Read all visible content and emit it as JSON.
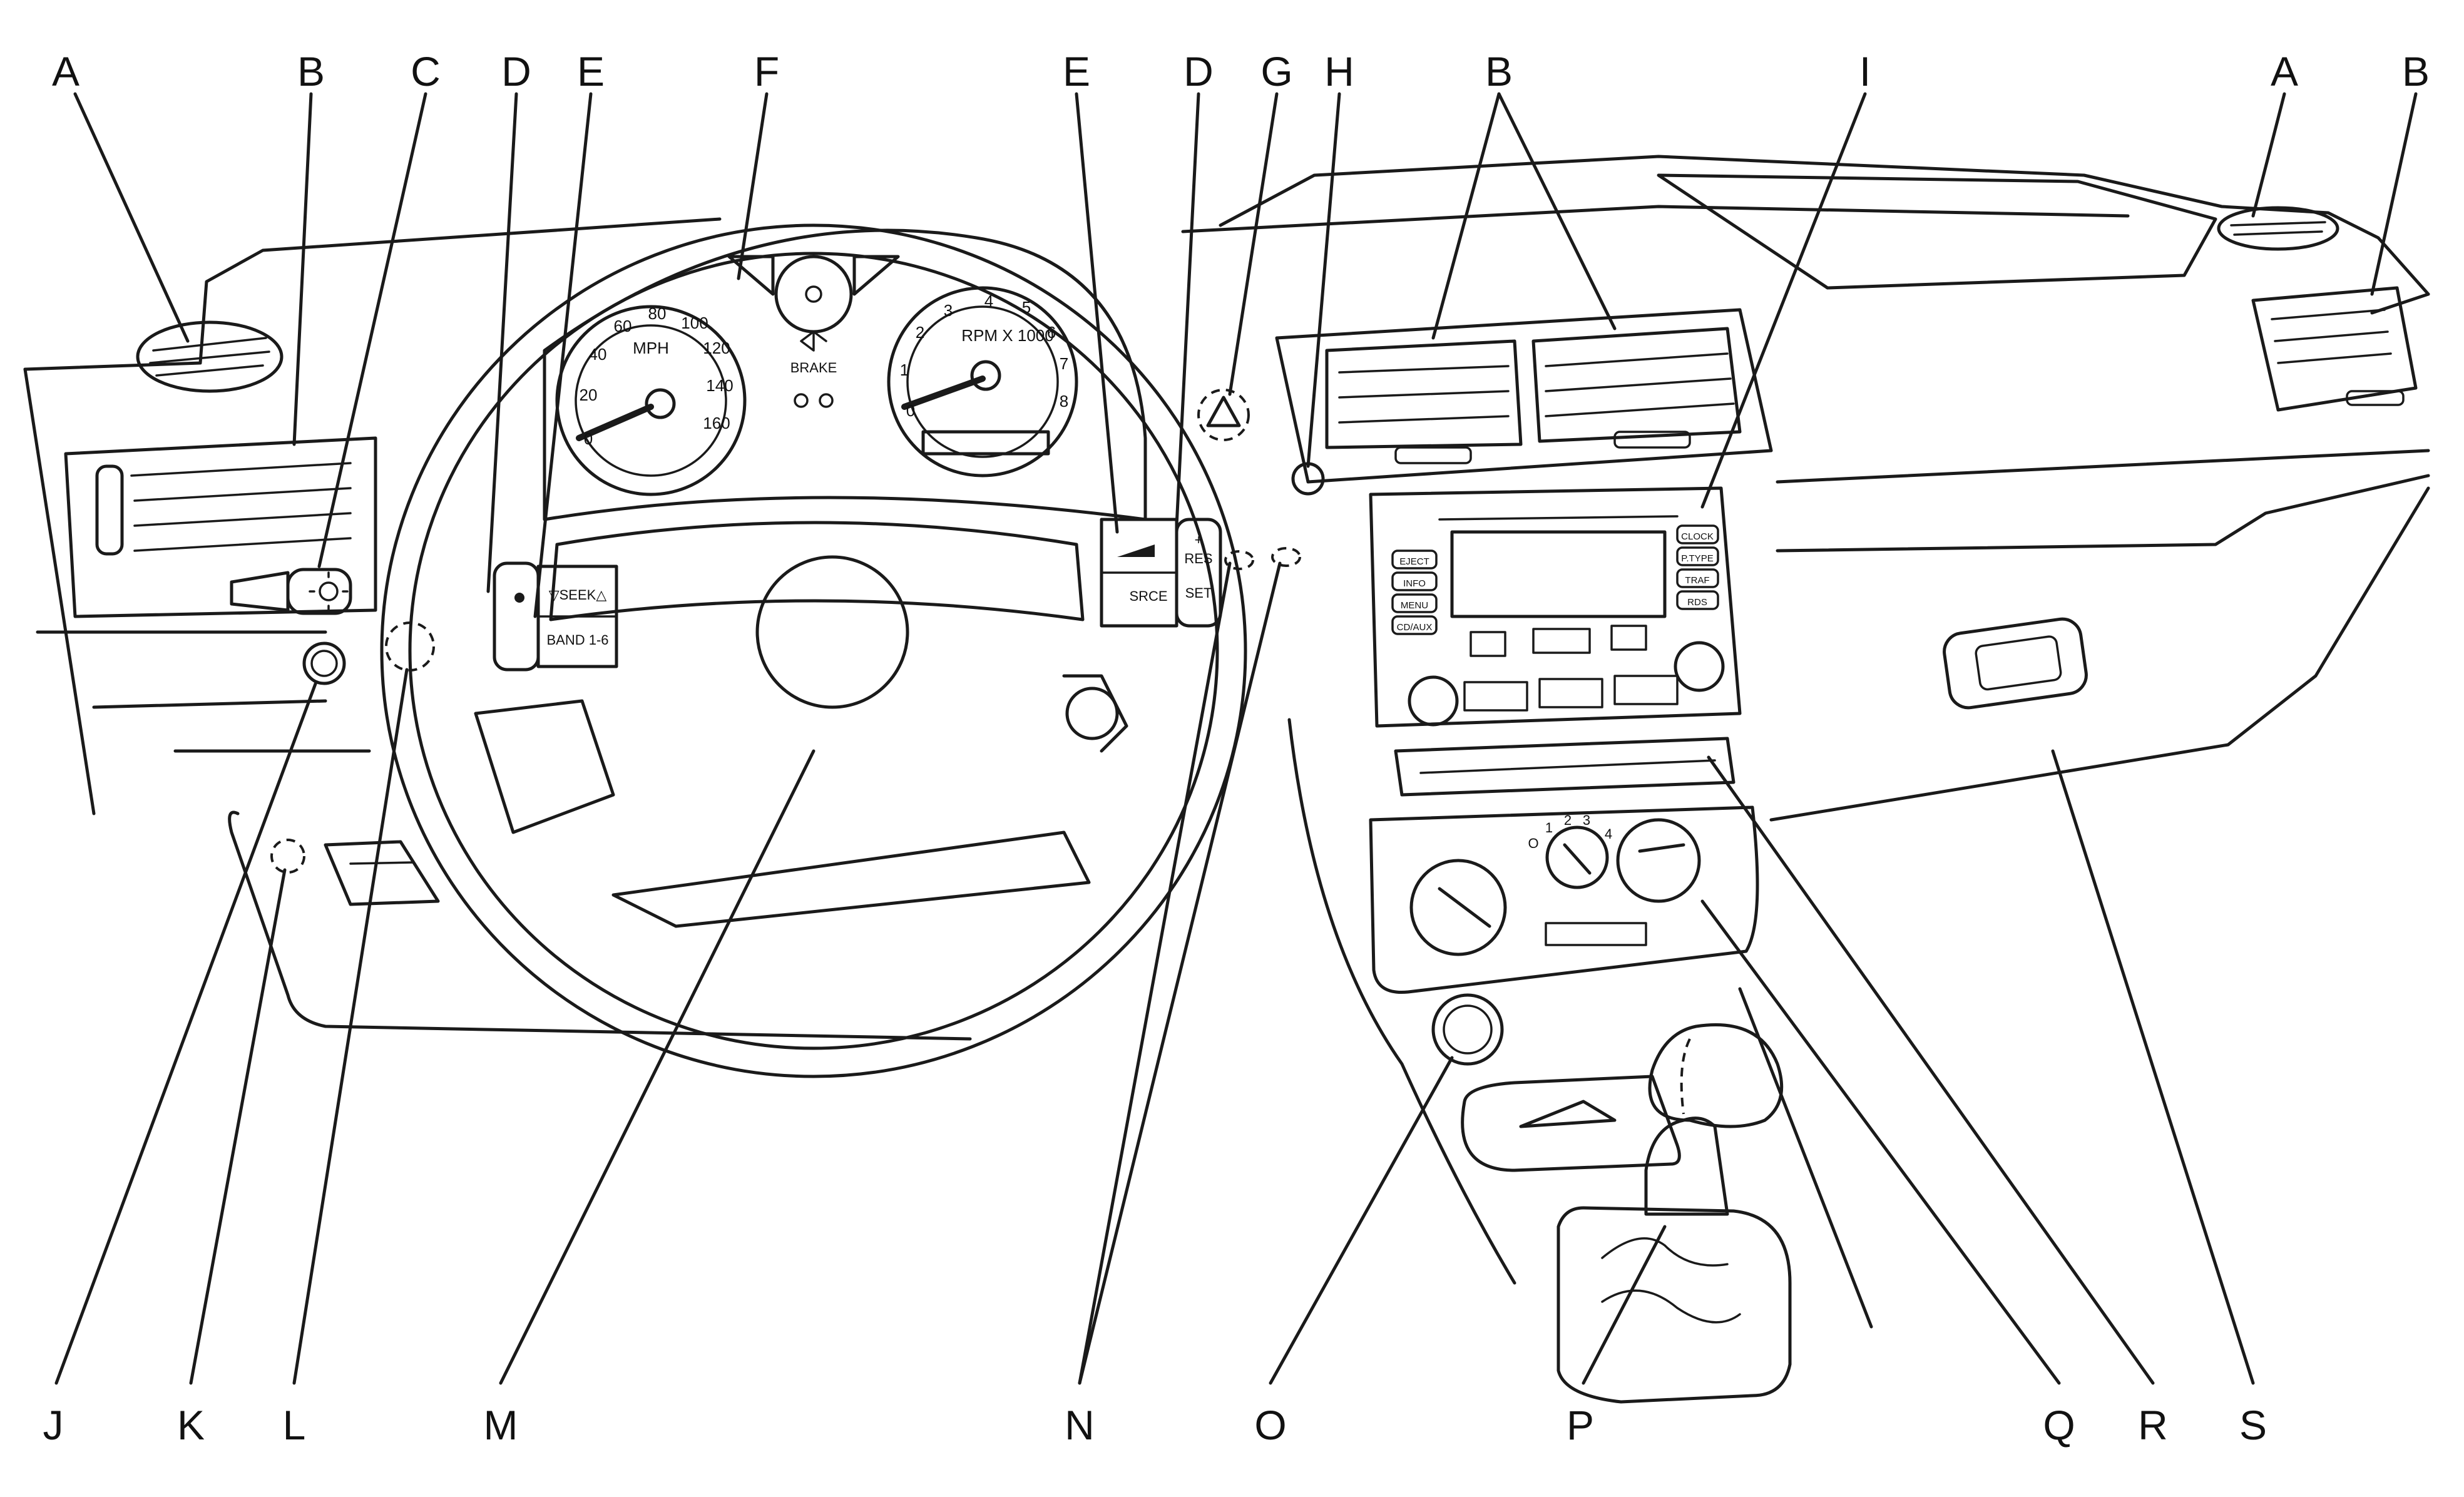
{
  "callouts": {
    "top": [
      "A",
      "B",
      "C",
      "D",
      "E",
      "F",
      "E",
      "D",
      "G",
      "H",
      "B",
      "I",
      "A",
      "B"
    ],
    "bottom": [
      "J",
      "K",
      "L",
      "M",
      "N",
      "O",
      "P",
      "Q",
      "R",
      "S"
    ]
  },
  "cluster": {
    "speedometer_unit": "MPH",
    "speedometer_ticks": [
      "0",
      "20",
      "40",
      "60",
      "80",
      "100",
      "120",
      "140",
      "160"
    ],
    "tachometer_unit": "RPM X 1000",
    "tachometer_ticks": [
      "0",
      "1",
      "2",
      "3",
      "4",
      "5",
      "6",
      "7",
      "8"
    ],
    "brake_label": "BRAKE"
  },
  "steering_controls": {
    "seek": "▽SEEK△",
    "band": "BAND 1-6",
    "source": "SRCE",
    "resume": "RES",
    "set": "SET",
    "plus": "+"
  },
  "radio": {
    "left_buttons": [
      "EJECT",
      "INFO",
      "MENU",
      "CD/AUX"
    ],
    "right_buttons": [
      "CLOCK",
      "P.TYPE",
      "TRAF",
      "RDS"
    ]
  },
  "climate": {
    "fan_speeds": [
      "O",
      "1",
      "2",
      "3",
      "4"
    ]
  }
}
